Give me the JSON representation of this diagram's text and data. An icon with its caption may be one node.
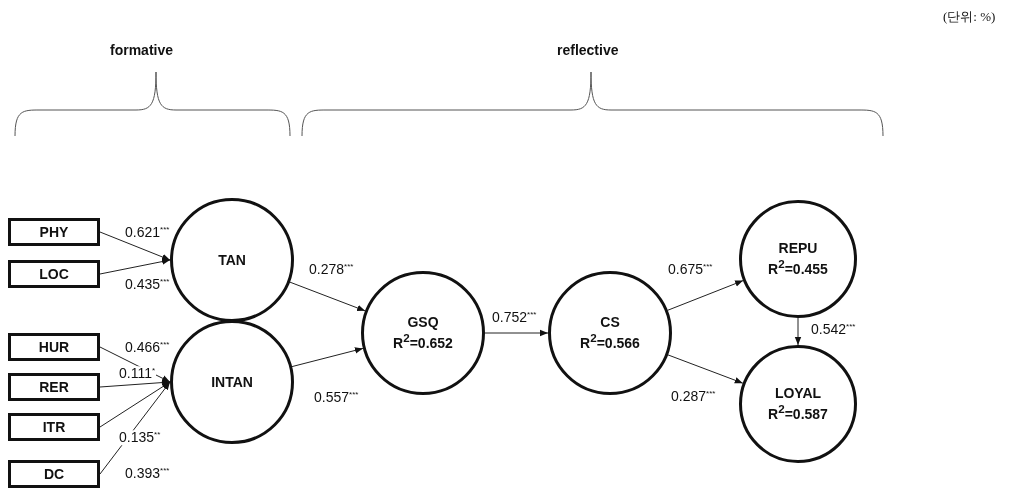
{
  "diagram": {
    "nodes": [
      {
        "text": [
          "PHY"
        ]
      },
      {
        "text": [
          "LOC"
        ]
      },
      {
        "text": [
          "HUR"
        ]
      },
      {
        "text": [
          "RER"
        ]
      },
      {
        "text": [
          "ITR"
        ]
      },
      {
        "text": [
          "DC"
        ]
      },
      {
        "text": [
          "TAN"
        ]
      },
      {
        "text": [
          "INTAN"
        ]
      },
      {
        "text": [
          "GSQ",
          "R$^{2}$=0.652"
        ]
      },
      {
        "text": [
          "CS",
          "R$^{2}$=0.566"
        ]
      },
      {
        "text": [
          "REPU",
          "R$^{2}$=0.455"
        ]
      },
      {
        "text": [
          "LOYAL",
          "R$^{2}$=0.587"
        ]
      }
    ],
    "edges": [
      {
        "from": 0,
        "to": 6,
        "arrow": "to",
        "label": "0.621$^{***}$"
      },
      {
        "from": 1,
        "to": 6,
        "arrow": "to",
        "label": "0.435$^{***}$"
      },
      {
        "from": 2,
        "to": 7,
        "arrow": "to",
        "label": "0.466$^{***}$"
      },
      {
        "from": 3,
        "to": 7,
        "arrow": "to",
        "label": "0.111$^{*}$"
      },
      {
        "from": 4,
        "to": 7,
        "arrow": "to",
        "label": "0.135$^{**}$"
      },
      {
        "from": 5,
        "to": 7,
        "arrow": "to",
        "label": "0.393$^{***}$"
      },
      {
        "from": 6,
        "to": 8,
        "arrow": "to",
        "label": "0.278$^{***}$"
      },
      {
        "from": 7,
        "to": 8,
        "arrow": "to",
        "label": "0.557$^{***}$"
      },
      {
        "from": 8,
        "to": 9,
        "arrow": "to",
        "label": "0.752$^{***}$"
      },
      {
        "from": 9,
        "to": 10,
        "arrow": "to",
        "label": "0.675$^{***}$"
      },
      {
        "from": 9,
        "to": 11,
        "arrow": "to",
        "label": "0.287$^{***}$"
      },
      {
        "from": 10,
        "to": 11,
        "arrow": "to",
        "label": "0.542$^{***}$"
      }
    ],
    "labels": [
      "(단위: %)",
      "formative",
      "reflective"
    ]
  }
}
